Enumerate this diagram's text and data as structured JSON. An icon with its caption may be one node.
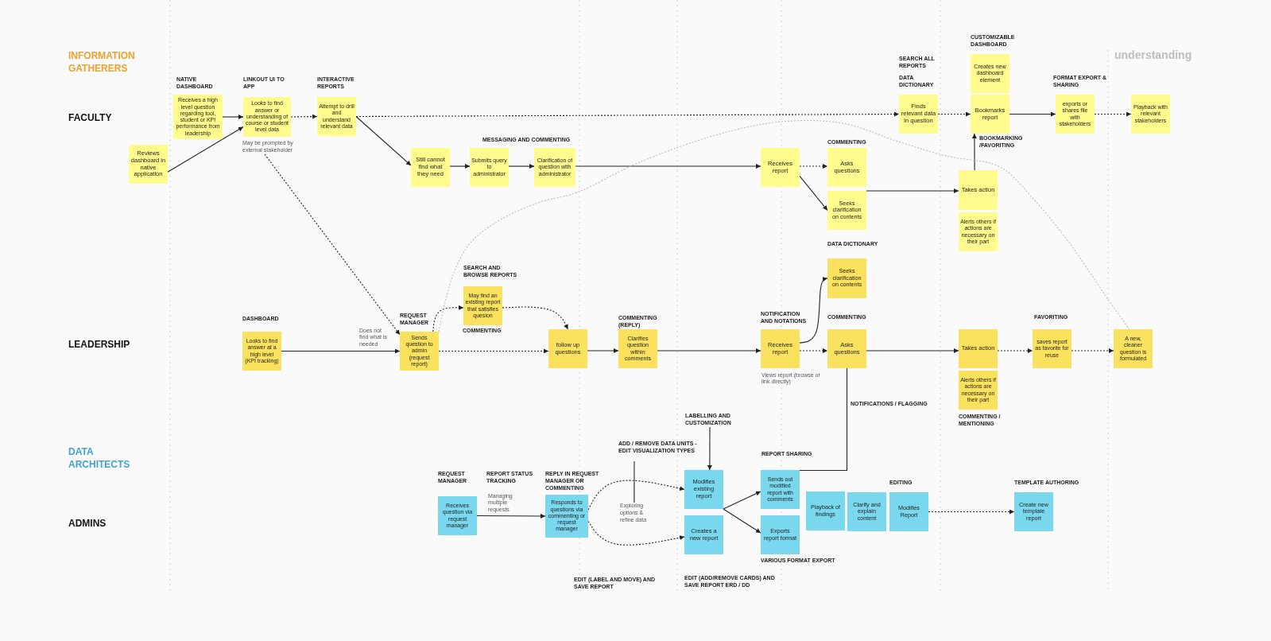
{
  "diagram": {
    "nodes": [
      {
        "text": [
          "Receives a high level question regarding tool, student or KPI performance from leadership"
        ]
      },
      {
        "text": [
          "Looks to find answer or understanding of course or student level data"
        ]
      },
      {
        "text": [
          "Attempt to drill and understand relevant data"
        ]
      },
      {
        "text": [
          "Reviews dashboard in native application"
        ]
      },
      {
        "text": [
          "Still cannot find what they need"
        ]
      },
      {
        "text": [
          "Submits query to administrator"
        ]
      },
      {
        "text": [
          "Clarification of question with administrator"
        ]
      },
      {
        "text": [
          "Receives report"
        ]
      },
      {
        "text": [
          "Asks questions"
        ]
      },
      {
        "text": [
          "Seeks clarification on contents"
        ]
      },
      {
        "text": [
          "Finds relevant data in question"
        ]
      },
      {
        "text": [
          "Creates new dashboard element"
        ]
      },
      {
        "text": [
          "Bookmarks report"
        ]
      },
      {
        "text": [
          "exports or shares file with stakeholders"
        ]
      },
      {
        "text": [
          "Playback with relevant stakeholders"
        ]
      },
      {
        "text": [
          "Takes action"
        ]
      },
      {
        "text": [
          "Alerts others if actions are necessary on their part"
        ]
      },
      {
        "text": [
          "Seeks clarification on contents"
        ]
      },
      {
        "text": [
          "May find an existing report that satisfies quesion"
        ]
      },
      {
        "text": [
          "Looks to find answer at a high level (KPI tracking)"
        ]
      },
      {
        "text": [
          "Sends question to admin (request report)"
        ]
      },
      {
        "text": [
          "follow up questions"
        ]
      },
      {
        "text": [
          "Clarifies question within comments"
        ]
      },
      {
        "text": [
          "Receives report"
        ],
        "beside": [
          "Views report (browse or link directly)"
        ]
      },
      {
        "text": [
          "Asks questions"
        ]
      },
      {
        "text": [
          "Takes action"
        ]
      },
      {
        "text": [
          "Alerts others if actions are necessary on their part"
        ]
      },
      {
        "text": [
          "saves report as favorite for reuse"
        ]
      },
      {
        "text": [
          "A new, cleaner question is formulated"
        ]
      },
      {
        "text": [
          "Receives question via request manager"
        ]
      },
      {
        "text": [
          "Responds to questions via commenting or request manager"
        ]
      },
      {
        "text": [
          "Modifies existing report"
        ]
      },
      {
        "text": [
          "Creates a new report"
        ]
      },
      {
        "text": [
          "Sends out modified report with comments"
        ]
      },
      {
        "text": [
          "Exports report format"
        ]
      },
      {
        "text": [
          "Playback of findings"
        ]
      },
      {
        "text": [
          "Clarify and explain content"
        ]
      },
      {
        "text": [
          "Modifies Report"
        ]
      },
      {
        "text": [
          "Create new template report"
        ]
      },
      {
        "text": [
          "May be prompted by external stakeholder"
        ]
      },
      {
        "text": [
          "LABELLING AND CUSTOMIZATION"
        ]
      },
      {
        "text": [
          "ADD / REMOVE DATA UNITS - EDIT VISUALIZATION TYPES"
        ]
      },
      {
        "text": [
          "Exploring options & refine data"
        ]
      }
    ],
    "edges": [
      {
        "from": 0,
        "to": 1,
        "arrow": "to"
      },
      {
        "from": 3,
        "to": 1,
        "arrow": "to"
      },
      {
        "from": 1,
        "to": 2,
        "arrow": "to",
        "style": "dashed"
      },
      {
        "from": 2,
        "to": 10,
        "arrow": "to",
        "style": "dashed"
      },
      {
        "from": 2,
        "to": 4,
        "arrow": "to"
      },
      {
        "from": 39,
        "to": 20,
        "arrow": "to",
        "style": "dashed"
      },
      {
        "from": 4,
        "to": 5,
        "arrow": "to"
      },
      {
        "from": 5,
        "to": 6,
        "arrow": "to"
      },
      {
        "from": 6,
        "to": 7,
        "arrow": "to"
      },
      {
        "from": 7,
        "to": 8,
        "arrow": "to",
        "style": "dashed"
      },
      {
        "from": 7,
        "to": 9,
        "arrow": "to"
      },
      {
        "from": 9,
        "to": 15,
        "arrow": "to"
      },
      {
        "from": 10,
        "to": 12,
        "arrow": "to",
        "style": "dashed"
      },
      {
        "from": 12,
        "to": 13,
        "arrow": "to"
      },
      {
        "from": 13,
        "to": 14,
        "arrow": "to",
        "style": "dashed"
      },
      {
        "from": 15,
        "to": 12,
        "arrow": "to"
      },
      {
        "from": 20,
        "to": 18,
        "arrow": "to",
        "style": "dashed"
      },
      {
        "from": 18,
        "to": 21,
        "arrow": "to",
        "style": "dashed"
      },
      {
        "from": 20,
        "to": 21,
        "arrow": "to",
        "style": "dashed"
      },
      {
        "from": 19,
        "to": 20,
        "arrow": "to",
        "label": "Does not find what is needed"
      },
      {
        "from": 21,
        "to": 22,
        "arrow": "to"
      },
      {
        "from": 22,
        "to": 23,
        "arrow": "to"
      },
      {
        "from": 23,
        "to": 24,
        "arrow": "to",
        "style": "dashed"
      },
      {
        "from": 23,
        "to": 17,
        "arrow": "to"
      },
      {
        "from": 24,
        "to": 25,
        "arrow": "to"
      },
      {
        "from": 25,
        "to": 27,
        "arrow": "to",
        "style": "dashed"
      },
      {
        "from": 27,
        "to": 28,
        "arrow": "to",
        "style": "dashed"
      },
      {
        "from": 24,
        "to": 33,
        "arrow": "none"
      },
      {
        "from": 29,
        "to": 30,
        "arrow": "to",
        "label": "Managing multiple requests"
      },
      {
        "from": 30,
        "to": 31,
        "arrow": "to",
        "style": "dashed"
      },
      {
        "from": 30,
        "to": 32,
        "arrow": "to",
        "style": "dashed"
      },
      {
        "from": 40,
        "to": 31,
        "arrow": "to"
      },
      {
        "from": 41,
        "to": 42,
        "arrow": "none"
      },
      {
        "from": 31,
        "to": 33,
        "arrow": "to"
      },
      {
        "from": 31,
        "to": 34,
        "arrow": "to"
      },
      {
        "from": 37,
        "to": 38,
        "arrow": "to",
        "style": "dashed"
      },
      {
        "from": 20,
        "to": 28,
        "arrow": "none",
        "style": "dashed",
        "color": "#bbbbbb"
      }
    ],
    "labels": [
      "INFORMATION GATHERERS",
      "NATIVE DASHBOARD",
      "LINKOUT UI TO APP",
      "INTERACTIVE REPORTS",
      "CUSTOMIZABLE DASHBOARD",
      "understanding",
      "SEARCH ALL REPORTS",
      "DATA DICTIONARY",
      "FORMAT EXPORT & SHARING",
      "FACULTY",
      "MESSAGING AND COMMENTING",
      "COMMENTING",
      "BOOKMARKING /FAVORITING",
      "DATA DICTIONARY",
      "SEARCH AND BROWSE REPORTS",
      "REQUEST MANAGER",
      "DASHBOARD",
      "NOTIFICATION AND NOTATIONS",
      "COMMENTING",
      "FAVORITING",
      "COMMENTING (REPLY)",
      "COMMENTING",
      "LEADERSHIP",
      "NOTIFICATIONS / FLAGGING",
      "COMMENTING / MENTIONING",
      "DATA ARCHITECTS",
      "REPORT SHARING",
      "REQUEST MANAGER",
      "REPORT STATUS TRACKING",
      "REPLY IN REQUEST MANAGER OR COMMENTING",
      "EDITING",
      "TEMPLATE AUTHORING",
      "ADMINS",
      "VARIOUS FORMAT EXPORT",
      "EDIT (LABEL AND MOVE) AND SAVE REPORT",
      "EDIT (ADD/REMOVE CARDS) AND SAVE REPORT ERD / DD"
    ]
  }
}
